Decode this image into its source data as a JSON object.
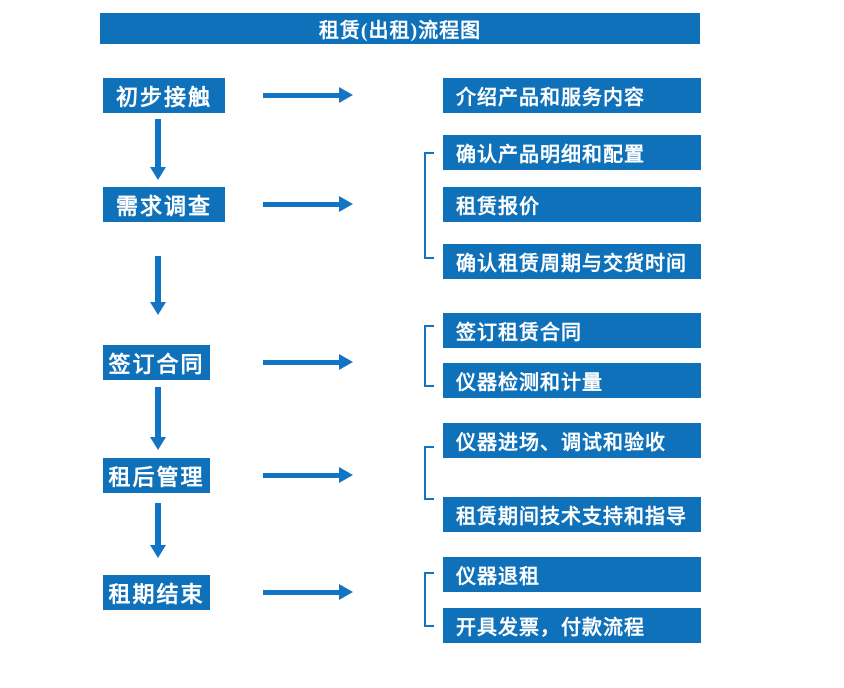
{
  "title": "租赁(出租)流程图",
  "colors": {
    "box_blue": "#0e71b9",
    "arrow_blue": "#1374c3",
    "text_white": "#ffffff",
    "background": "#ffffff"
  },
  "steps": [
    {
      "label": "初步接触",
      "details": [
        "介绍产品和服务内容"
      ]
    },
    {
      "label": "需求调查",
      "details": [
        "确认产品明细和配置",
        "租赁报价",
        "确认租赁周期与交货时间"
      ]
    },
    {
      "label": "签订合同",
      "details": [
        "签订租赁合同",
        "仪器检测和计量"
      ]
    },
    {
      "label": "租后管理",
      "details": [
        "仪器进场、调试和验收",
        "租赁期间技术支持和指导"
      ]
    },
    {
      "label": "租期结束",
      "details": [
        "仪器退租",
        "开具发票，付款流程"
      ]
    }
  ]
}
